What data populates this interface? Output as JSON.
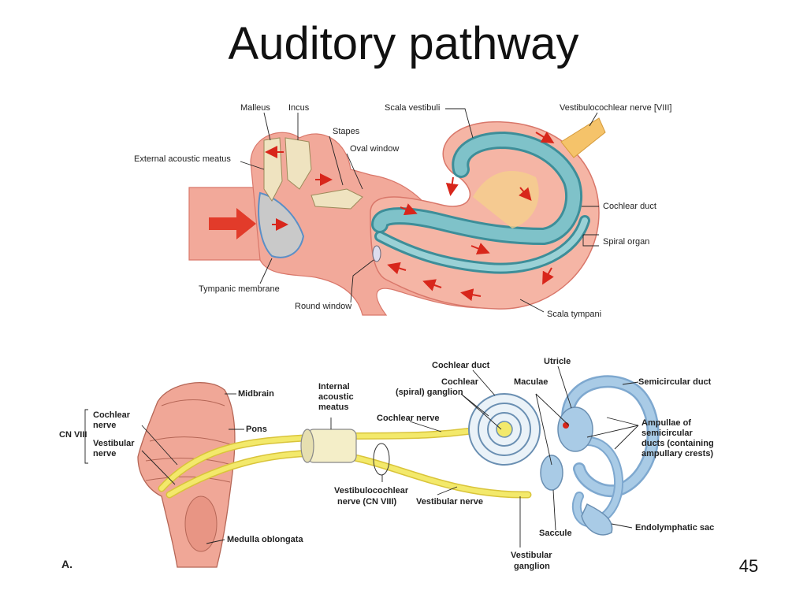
{
  "slide": {
    "title": "Auditory pathway",
    "number": "45"
  },
  "ear_diagram": {
    "labels": {
      "malleus": "Malleus",
      "incus": "Incus",
      "stapes": "Stapes",
      "oval_window": "Oval window",
      "external_acoustic_meatus": "External acoustic meatus",
      "tympanic_membrane": "Tympanic membrane",
      "round_window": "Round window",
      "scala_vestibuli": "Scala vestibuli",
      "vestibulocochlear_nerve": "Vestibulocochlear nerve [VIII]",
      "cochlear_duct": "Cochlear duct",
      "spiral_organ": "Spiral organ",
      "scala_tympani": "Scala tympani"
    }
  },
  "nerve_diagram": {
    "labels": {
      "cn_viii": "CN VIII",
      "cochlear_nerve_line1": "Cochlear",
      "cochlear_nerve_line2": "nerve",
      "vestibular_nerve_line1": "Vestibular",
      "vestibular_nerve_line2": "nerve",
      "midbrain": "Midbrain",
      "pons": "Pons",
      "medulla_oblongata": "Medulla oblongata",
      "internal_meatus_line1": "Internal",
      "internal_meatus_line2": "acoustic",
      "internal_meatus_line3": "meatus",
      "cochlear_nerve_mid": "Cochlear nerve",
      "vestibulocochlear_line1": "Vestibulocochlear",
      "vestibulocochlear_line2": "nerve (CN VIII)",
      "vestibular_nerve_mid": "Vestibular nerve",
      "cochlear_duct": "Cochlear duct",
      "spiral_ganglion_line1": "Cochlear",
      "spiral_ganglion_line2": "(spiral) ganglion",
      "maculae": "Maculae",
      "utricle": "Utricle",
      "semicircular_duct": "Semicircular duct",
      "ampullae_line1": "Ampullae of",
      "ampullae_line2": "semicircular",
      "ampullae_line3": "ducts (containing",
      "ampullae_line4": "ampullary crests)",
      "saccule": "Saccule",
      "endolymphatic_sac": "Endolymphatic sac",
      "vestibular_ganglion_line1": "Vestibular",
      "vestibular_ganglion_line2": "ganglion",
      "panel_letter": "A."
    }
  },
  "colors": {
    "tissue_pink": "#f2a99a",
    "tissue_dark": "#d9776a",
    "bone": "#efe3c0",
    "duct_teal": "#7fc2c9",
    "nerve_yellow": "#f3e96b",
    "inner_ear_blue": "#a9cbe6",
    "arrow_red": "#d8261b"
  }
}
